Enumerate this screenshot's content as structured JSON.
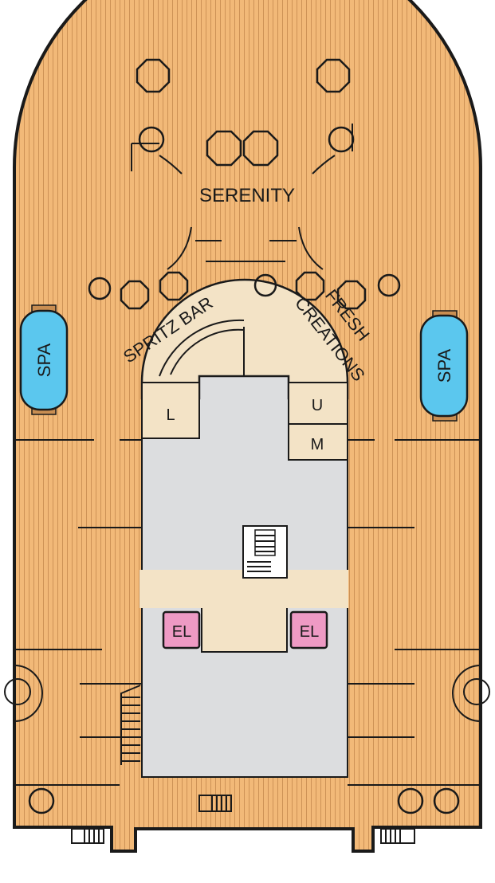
{
  "labels": {
    "serenity": "SERENITY",
    "spritz_bar": "SPRITZ BAR",
    "fresh": "FRESH",
    "creations": "CREATIONS",
    "spa_left": "SPA",
    "spa_right": "SPA",
    "room_l": "L",
    "room_u": "U",
    "room_m": "M",
    "elevator_left": "EL",
    "elevator_right": "EL"
  },
  "colors": {
    "deck": "#F2B978",
    "deck_line": "#C98E52",
    "interior": "#DCDDDF",
    "service_room": "#F3E3C6",
    "spa": "#5BC7EE",
    "elevator": "#EE9AC4",
    "outline": "#1A1A1A"
  }
}
